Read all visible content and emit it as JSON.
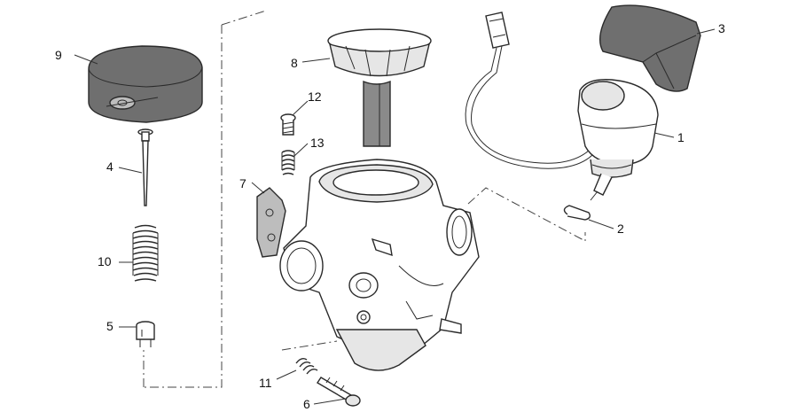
{
  "colors": {
    "part_fill": "#ffffff",
    "part_shade": "#e6e6e6",
    "part_dark": "#8a8a8a",
    "part_mid": "#bdbdbd",
    "cap_fill": "#6f6f6f",
    "line": "#2a2a2a"
  },
  "callouts": [
    {
      "id": "1",
      "label": "1",
      "part": "choke-solenoid"
    },
    {
      "id": "2",
      "label": "2",
      "part": "retaining-clip"
    },
    {
      "id": "3",
      "label": "3",
      "part": "choke-cover"
    },
    {
      "id": "4",
      "label": "4",
      "part": "jet-needle"
    },
    {
      "id": "5",
      "label": "5",
      "part": "needle-clip-retainer"
    },
    {
      "id": "6",
      "label": "6",
      "part": "adjustment-screw"
    },
    {
      "id": "7",
      "label": "7",
      "part": "carburetor-body"
    },
    {
      "id": "8",
      "label": "8",
      "part": "diaphragm-piston"
    },
    {
      "id": "9",
      "label": "9",
      "part": "top-cover"
    },
    {
      "id": "10",
      "label": "10",
      "part": "needle-spring"
    },
    {
      "id": "11",
      "label": "11",
      "part": "screw-spring"
    },
    {
      "id": "12",
      "label": "12",
      "part": "cover-screw"
    },
    {
      "id": "13",
      "label": "13",
      "part": "piston-spring"
    }
  ]
}
